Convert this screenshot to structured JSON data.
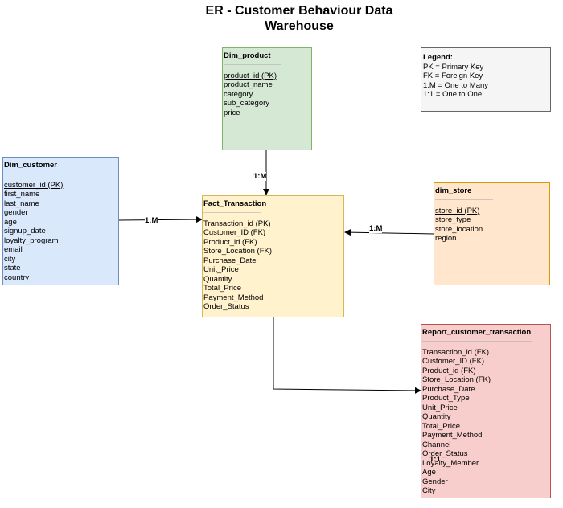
{
  "title_line1": "ER - Customer Behaviour Data",
  "title_line2": "Warehouse",
  "entities": {
    "dim_product": {
      "name": "Dim_product",
      "fields": [
        "product_id (PK)",
        "product_name",
        "category",
        "sub_category",
        "price"
      ],
      "fill": "#d5e8d4",
      "border": "#82b366"
    },
    "dim_customer": {
      "name": "Dim_customer",
      "fields": [
        "customer_id (PK)",
        "first_name",
        "last_name",
        "gender",
        "age",
        "signup_date",
        "loyalty_program",
        "email",
        "city",
        "state",
        "country"
      ],
      "fill": "#dae8fc",
      "border": "#6c8ebf"
    },
    "fact_transaction": {
      "name": "Fact_Transaction",
      "fields": [
        "Transaction_id (PK)",
        "Customer_ID (FK)",
        "Product_id (FK)",
        "Store_Location (FK)",
        "Purchase_Date",
        "Unit_Price",
        "Quantity",
        "Total_Price",
        "Payment_Method",
        "Order_Status"
      ],
      "fill": "#fff2cc",
      "border": "#d6b656"
    },
    "dim_store": {
      "name": "dim_store",
      "fields": [
        "store_id (PK)",
        "store_type",
        "store_location",
        "region"
      ],
      "fill": "#ffe6cc",
      "border": "#d79b00"
    },
    "report": {
      "name": "Report_customer_transaction",
      "fields": [
        "Transaction_id (FK)",
        "Customer_ID (FK)",
        "Product_id (FK)",
        "Store_Location (FK)",
        "Purchase_Date",
        "Product_Type",
        "Unit_Price",
        "Quantity",
        "Total_Price",
        "Payment_Method",
        "Channel",
        "Order_Status",
        "Loyalty_Member",
        "Age",
        "Gender",
        "City"
      ],
      "fill": "#f8cecc",
      "border": "#b85450"
    }
  },
  "legend": {
    "title": "Legend:",
    "items": [
      "PK = Primary Key",
      "FK = Foreign Key",
      "1:M = One to Many",
      "1:1 = One to One"
    ],
    "fill": "#f5f5f5",
    "border": "#666666"
  },
  "relations": {
    "product_fact": "1:M",
    "customer_fact": "1:M",
    "store_fact": "1:M",
    "fact_report": "1:1"
  }
}
